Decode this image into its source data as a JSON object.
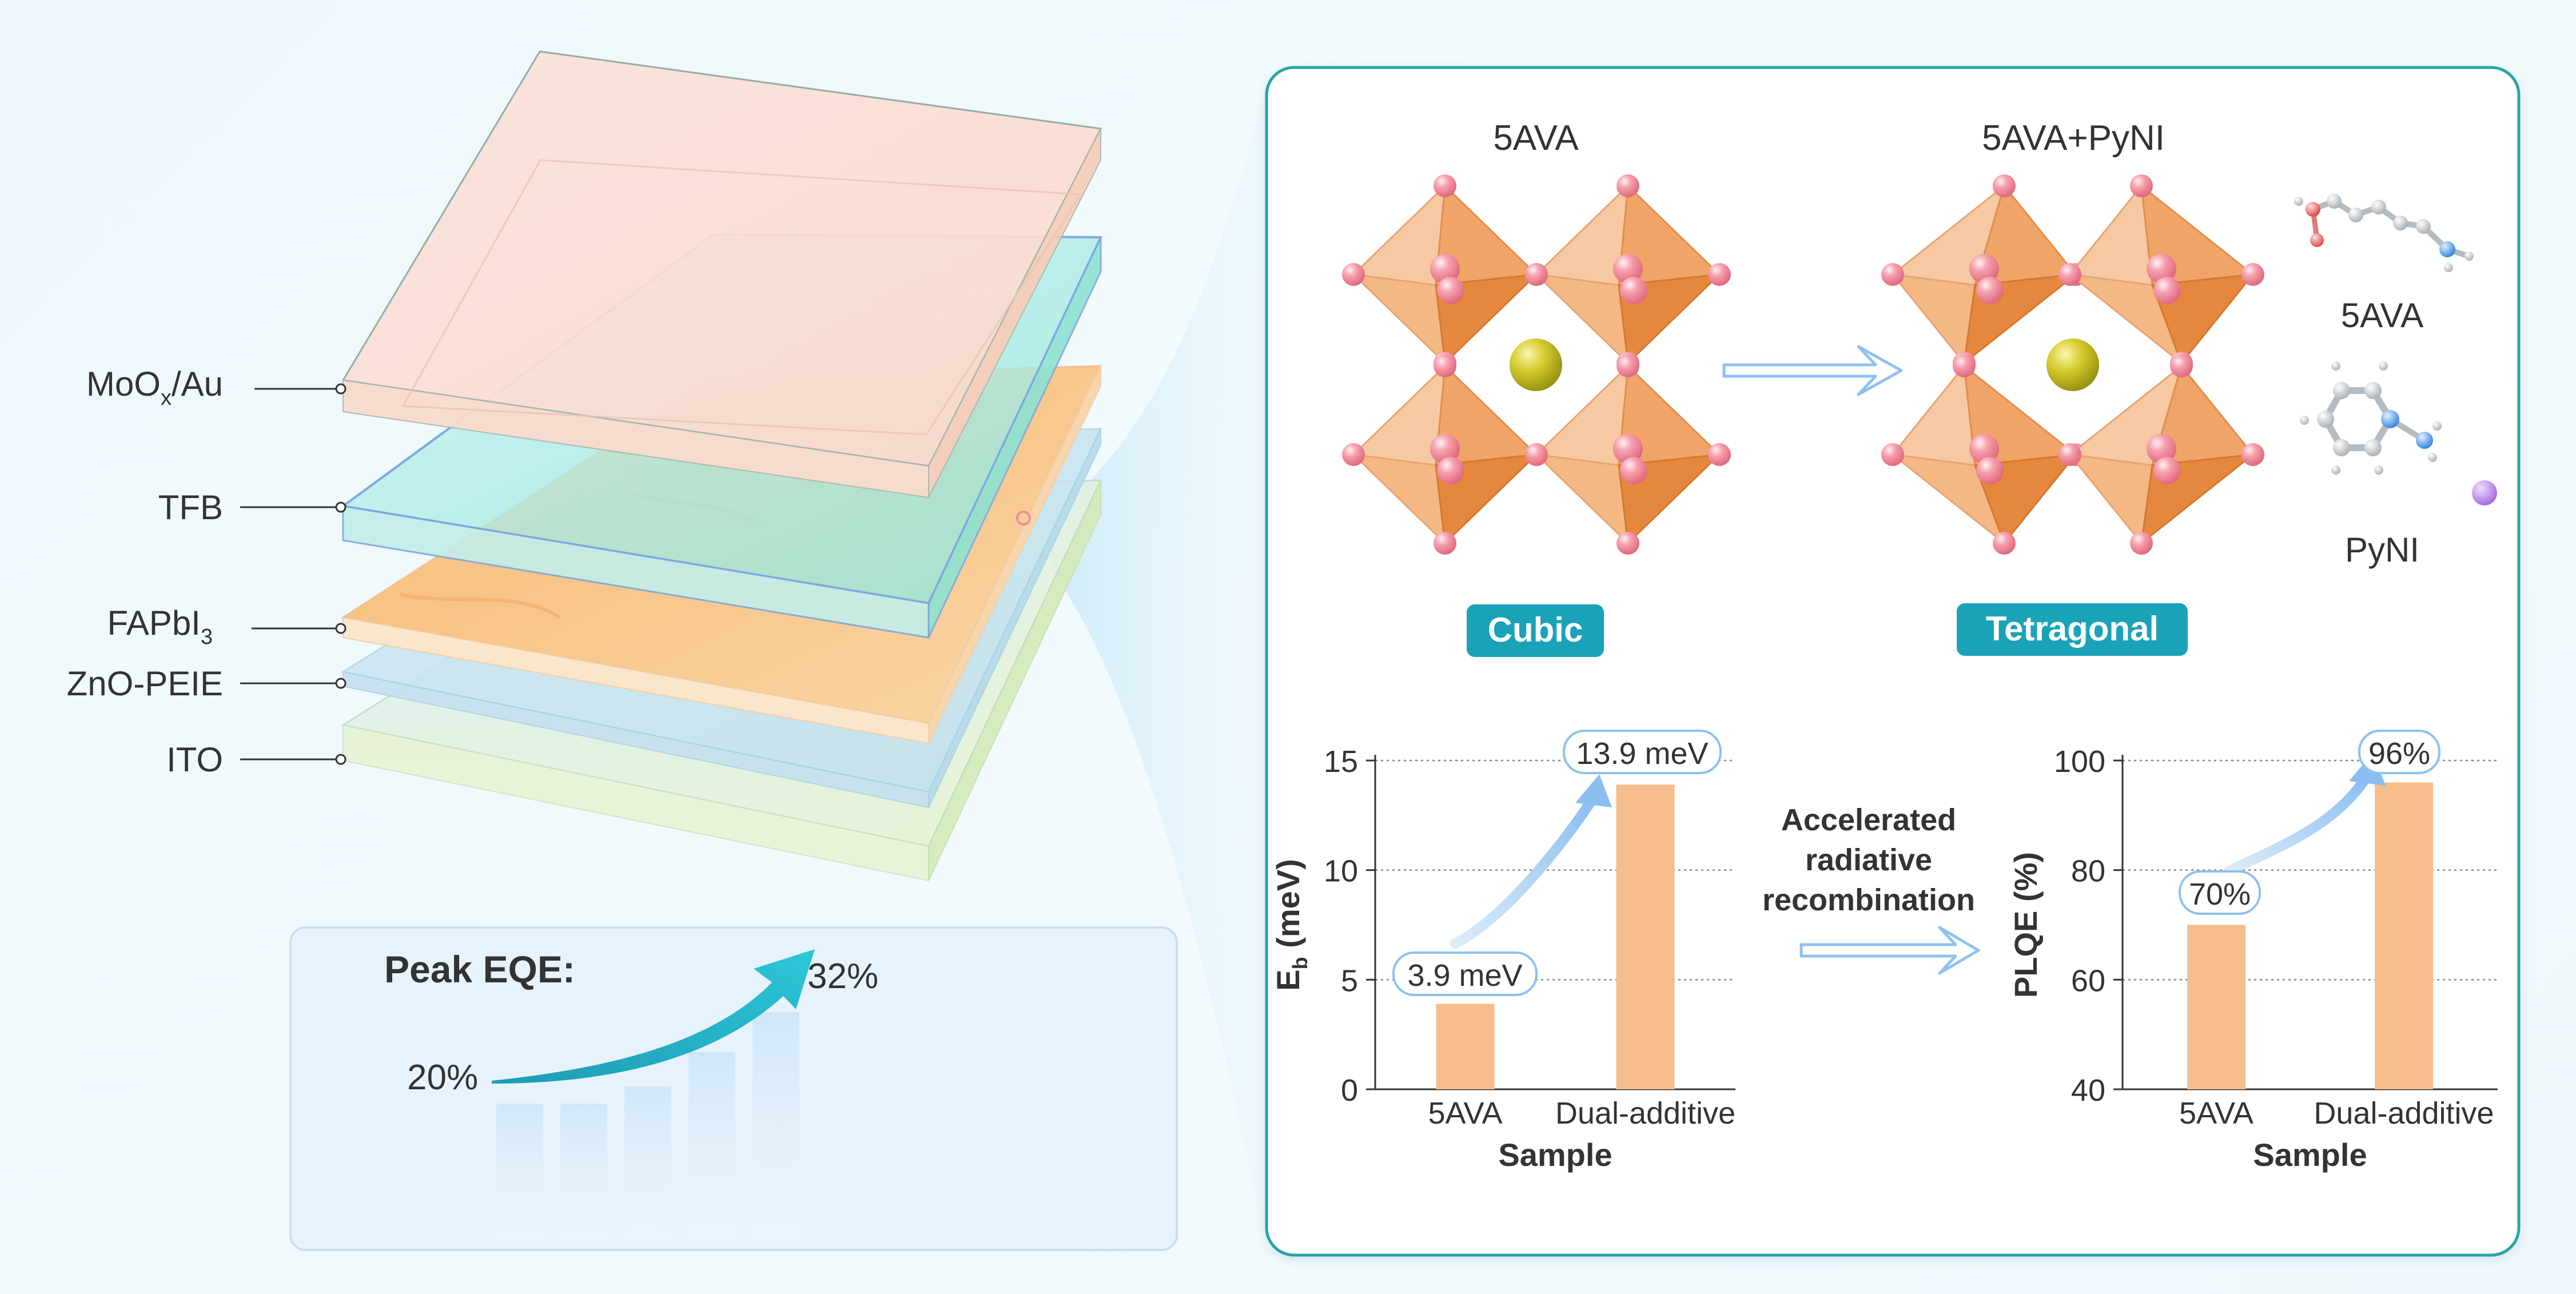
{
  "device_stack": {
    "layers": [
      {
        "name": "MoOx/Au",
        "base": "MoO",
        "sub": "x",
        "suffix": "/Au"
      },
      {
        "name": "TFB",
        "base": "TFB",
        "sub": "",
        "suffix": ""
      },
      {
        "name": "FAPbI3",
        "base": "FAPbI",
        "sub": "3",
        "suffix": ""
      },
      {
        "name": "ZnO-PEIE",
        "base": "ZnO-PEIE",
        "sub": "",
        "suffix": ""
      },
      {
        "name": "ITO",
        "base": "ITO",
        "sub": "",
        "suffix": ""
      }
    ]
  },
  "eqe_box": {
    "title": "Peak EQE:",
    "start_value": "20%",
    "end_value": "32%"
  },
  "structures": {
    "left_title": "5AVA",
    "right_title": "5AVA+PyNI",
    "left_phase": "Cubic",
    "right_phase": "Tetragonal",
    "molecule_1": "5AVA",
    "molecule_2": "PyNI"
  },
  "middle_label": {
    "line1": "Accelerated",
    "line2": "radiative",
    "line3": "recombination"
  },
  "chart_data": [
    {
      "type": "bar",
      "categories": [
        "5AVA",
        "Dual-additive"
      ],
      "values": [
        3.9,
        13.9
      ],
      "data_labels": [
        "3.9 meV",
        "13.9 meV"
      ],
      "xlabel": "Sample",
      "ylabel_base": "E",
      "ylabel_sub": "b",
      "ylabel_suffix": " (meV)",
      "ylim": [
        0,
        15
      ],
      "yticks": [
        0,
        5,
        10,
        15
      ],
      "grid": true,
      "bar_color": "#f6be8c"
    },
    {
      "type": "bar",
      "categories": [
        "5AVA",
        "Dual-additive"
      ],
      "values": [
        70,
        96
      ],
      "data_labels": [
        "70%",
        "96%"
      ],
      "xlabel": "Sample",
      "ylabel": "PLQE (%)",
      "ylim": [
        40,
        100
      ],
      "yticks": [
        40,
        60,
        80,
        100
      ],
      "grid": true,
      "bar_color": "#f6be8c"
    }
  ],
  "colors": {
    "accent_teal": "#1aa3b8",
    "panel_border": "#2aa3a3",
    "octahedron_orange": "#f0a060",
    "halide_pink": "#f48fa0",
    "cation_yellow": "#c8c020"
  }
}
